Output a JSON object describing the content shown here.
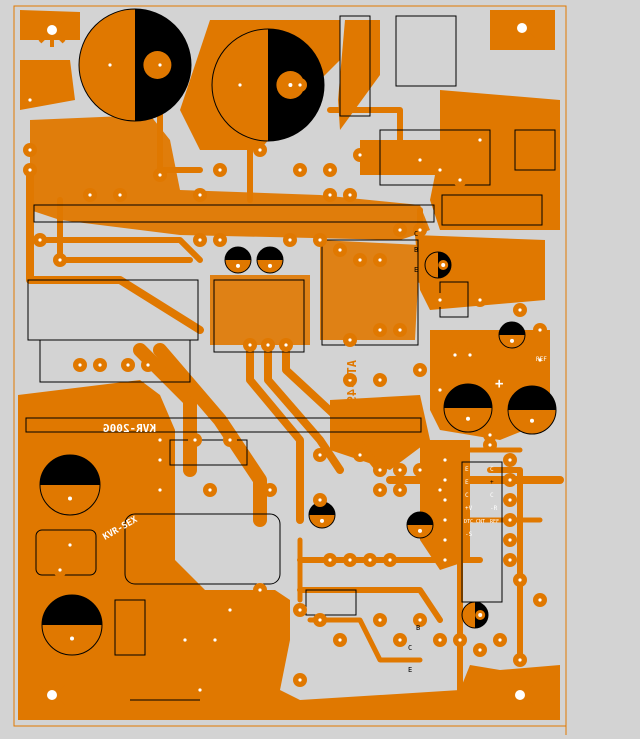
{
  "board": {
    "colors": {
      "background": "#d3d3d3",
      "copper": "#e07800",
      "silkscreen": "#000000",
      "drill": "#ffffff"
    },
    "labels": {
      "board_name": "KVR-200G",
      "ic_label": "AT1-49",
      "plus_mark": "+",
      "transistor_pins": [
        "C",
        "B",
        "E"
      ],
      "ref_label": "REF",
      "ic_pins_left": [
        "E",
        "E",
        "C",
        "+V",
        "DTC CNT",
        "-S"
      ],
      "ic_pins_right": [
        "C",
        "+",
        "C",
        "-R",
        "REF"
      ],
      "lower_pins": [
        "B",
        "C",
        "E"
      ],
      "rotated_text": "KVR-SEX"
    }
  }
}
